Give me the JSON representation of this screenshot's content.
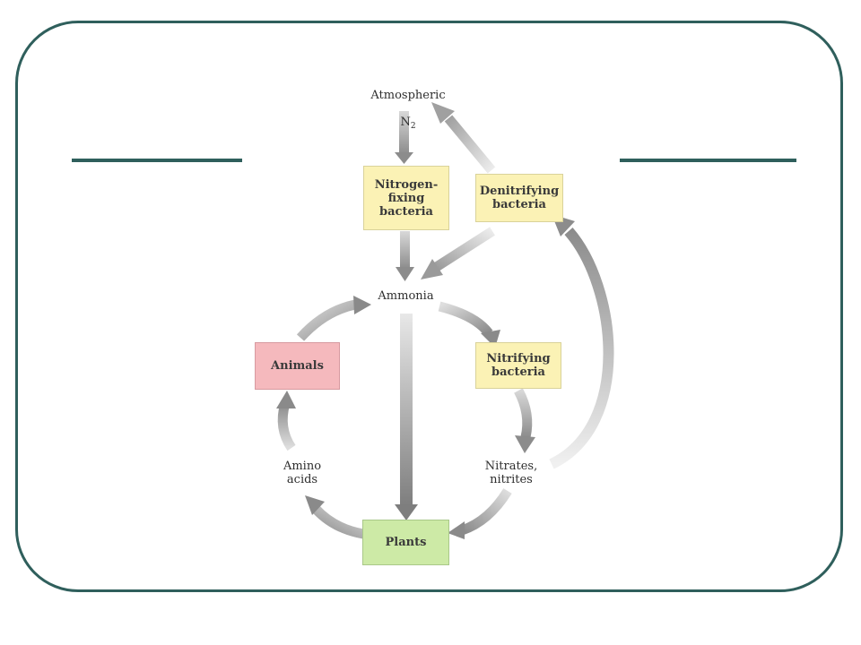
{
  "nodes": {
    "atmospheric": {
      "line1": "Atmospheric",
      "n": "N",
      "sub": "2"
    },
    "nitrogen_fixing": "Nitrogen-\nfixing\nbacteria",
    "denitrifying": "Denitrifying\nbacteria",
    "ammonia": "Ammonia",
    "animals": "Animals",
    "nitrifying": "Nitrifying\nbacteria",
    "amino_acids": "Amino\nacids",
    "nitrates": "Nitrates,\nnitrites",
    "plants": "Plants"
  },
  "colors": {
    "frame": "#2f5f5c",
    "bacteria_box": "#fbf2b5",
    "animals_box": "#f5b9bd",
    "plants_box": "#cdeaa6",
    "arrow_dark": "#8a8a8a",
    "arrow_light": "#e6e6e6"
  }
}
